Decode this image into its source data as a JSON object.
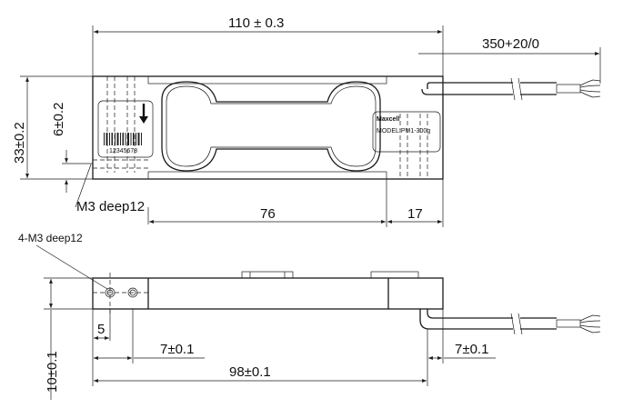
{
  "dimensions": {
    "length": "110 ± 0.3",
    "cable": "350+20/0",
    "height": "33±0.2",
    "hole_offset": "6±0.2",
    "side_thread": "M3 deep12",
    "gauge_length": "76",
    "end_length": "17",
    "bottom_thread": "4-M3 deep12",
    "hole_pitch": "5",
    "left_pad": "7±0.1",
    "right_pad": "7±0.1",
    "span": "98±0.1",
    "thickness": "10±0.1"
  },
  "label_plate": {
    "serial": "12345678"
  },
  "right_label": {
    "brand": "Maxcell",
    "model": "MODEL:PM1-300g"
  }
}
